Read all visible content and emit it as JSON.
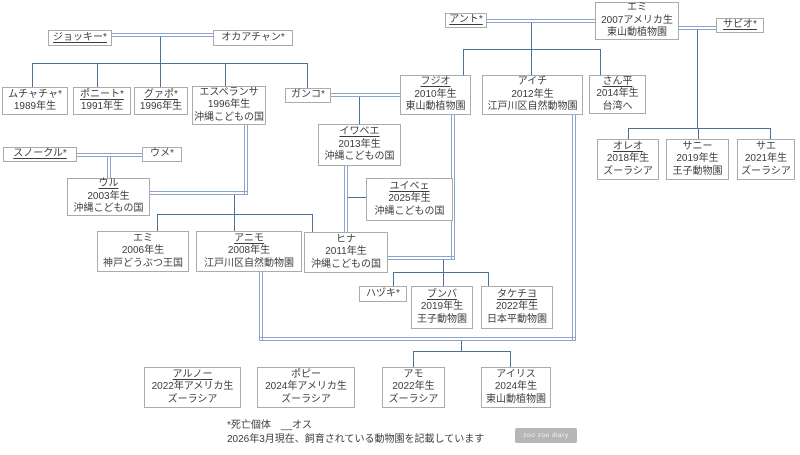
{
  "colors": {
    "pair_line": "#8aa3cf",
    "descent_line": "#4a7199",
    "box_border": "#ababab",
    "watermark_bg": "#b6b6b6"
  },
  "nodes": {
    "jockey": {
      "name": "ジョッキー*"
    },
    "okaachan": {
      "name": "オカアチャン*"
    },
    "ant": {
      "name": "アント*"
    },
    "emi2007": {
      "name": "エミ",
      "birth": "2007アメリカ生",
      "zoo": "東山動植物園"
    },
    "sabio": {
      "name": "サビオ*"
    },
    "muchacha": {
      "name": "ムチャチャ*",
      "birth": "1989年生"
    },
    "ponito": {
      "name": "ポニート*",
      "birth": "1991年生"
    },
    "guapo": {
      "name": "グァポ*",
      "birth": "1996年生"
    },
    "esperanza": {
      "name": "エスペランサ",
      "birth": "1996年生",
      "zoo": "沖縄こどもの国"
    },
    "ganko": {
      "name": "ガンコ*"
    },
    "fujio": {
      "name": "フジオ",
      "birth": "2010年生",
      "zoo": "東山動植物園"
    },
    "aichi": {
      "name": "アイチ",
      "birth": "2012年生",
      "zoo": "江戸川区自然動物園"
    },
    "sanpei": {
      "name": "さん平",
      "birth": "2014年生",
      "zoo": "台湾へ"
    },
    "snorkel": {
      "name": "スノークル*"
    },
    "ume": {
      "name": "ウメ*"
    },
    "oreo": {
      "name": "オレオ",
      "birth": "2018年生",
      "zoo": "ズーラシア"
    },
    "sunny": {
      "name": "サニー",
      "birth": "2019年生",
      "zoo": "王子動物園"
    },
    "sae": {
      "name": "サエ",
      "birth": "2021年生",
      "zoo": "ズーラシア"
    },
    "uru": {
      "name": "ウル",
      "birth": "2003年生",
      "zoo": "沖縄こどもの国"
    },
    "iwabee": {
      "name": "イワベエ",
      "birth": "2013年生",
      "zoo": "沖縄こどもの国"
    },
    "yuibee": {
      "name": "ユイベェ",
      "birth": "2025年生",
      "zoo": "沖縄こどもの国"
    },
    "emi2006": {
      "name": "エミ",
      "birth": "2006年生",
      "zoo": "神戸どうぶつ王国"
    },
    "animo": {
      "name": "アニモ",
      "birth": "2008年生",
      "zoo": "江戸川区自然動物園"
    },
    "hina": {
      "name": "ヒナ",
      "birth": "2011年生",
      "zoo": "沖縄こどもの国"
    },
    "hazuki": {
      "name": "ハヅキ*"
    },
    "bunba": {
      "name": "ブンバ",
      "birth": "2019年生",
      "zoo": "王子動物園"
    },
    "takechiyo": {
      "name": "タケチヨ",
      "birth": "2022年生",
      "zoo": "日本平動物園"
    },
    "arno": {
      "name": "アルノー",
      "birth": "2022年アメリカ生",
      "zoo": "ズーラシア"
    },
    "poppy": {
      "name": "ポピー",
      "birth": "2024年アメリカ生",
      "zoo": "ズーラシア"
    },
    "amo": {
      "name": "アモ",
      "birth": "2022年生",
      "zoo": "ズーラシア"
    },
    "iris": {
      "name": "アイリス",
      "birth": "2024年生",
      "zoo": "東山動植物園"
    }
  },
  "relations": [
    {
      "pair": [
        "ジョッキー*",
        "オカアチャン*"
      ],
      "children": [
        "ムチャチャ*",
        "ポニート*",
        "グァポ*",
        "エスペランサ",
        "ガンコ*"
      ]
    },
    {
      "pair": [
        "スノークル*",
        "ウメ*"
      ],
      "children": [
        "ウル"
      ]
    },
    {
      "pair": [
        "エスペランサ",
        "ウル"
      ],
      "children": [
        "エミ(2006)",
        "アニモ",
        "ヒナ"
      ]
    },
    {
      "pair": [
        "アント*",
        "エミ(2007)"
      ],
      "children": [
        "フジオ",
        "アイチ",
        "さん平"
      ]
    },
    {
      "pair": [
        "エミ(2007)",
        "サビオ*"
      ],
      "children": [
        "オレオ",
        "サニー",
        "サエ"
      ]
    },
    {
      "pair": [
        "ガンコ*",
        "フジオ"
      ],
      "children": [
        "イワベエ"
      ]
    },
    {
      "pair": [
        "フジオ",
        "ヒナ"
      ],
      "children": [
        "ハヅキ*",
        "ブンバ",
        "タケチヨ"
      ]
    },
    {
      "pair": [
        "イワベエ",
        "ヒナ"
      ],
      "children": [
        "ユイベェ"
      ]
    },
    {
      "pair": [
        "アニモ",
        "アイチ"
      ],
      "children": [
        "アモ",
        "アイリス"
      ]
    }
  ],
  "legend": {
    "line1": "*死亡個体　__オス",
    "line2": "2026年3月現在、飼育されている動物園を記載しています"
  },
  "watermark": {
    "label": "zoo zoo diary"
  }
}
